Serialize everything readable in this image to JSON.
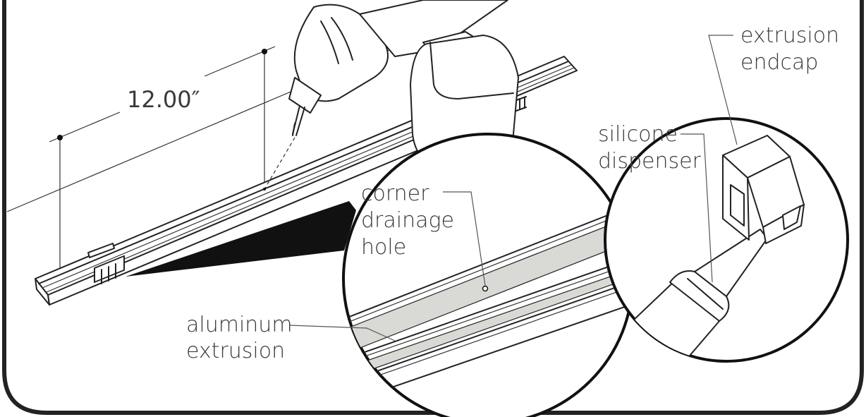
{
  "labels": {
    "dimension": "12.00″",
    "corner_line1": "corner",
    "corner_line2": "drainage",
    "corner_line3": "hole",
    "aluminum_line1": "aluminum",
    "aluminum_line2": "extrusion",
    "silicone_line1": "silicone",
    "silicone_line2": "dispenser",
    "endcap_line1": "extrusion",
    "endcap_line2": "endcap"
  },
  "colors": {
    "stroke": "#222222",
    "highlight": "#d9d9d6",
    "text": "#3a3a3a"
  },
  "icons": {
    "drill": "drill-icon",
    "silicone_tube": "silicone-tube-icon",
    "endcap": "endcap-icon"
  }
}
